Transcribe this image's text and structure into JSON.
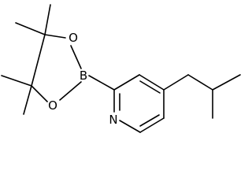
{
  "molecule": {
    "atoms": {
      "boron": "B",
      "oxygen_top": "O",
      "oxygen_bottom": "O",
      "nitrogen": "N"
    }
  }
}
